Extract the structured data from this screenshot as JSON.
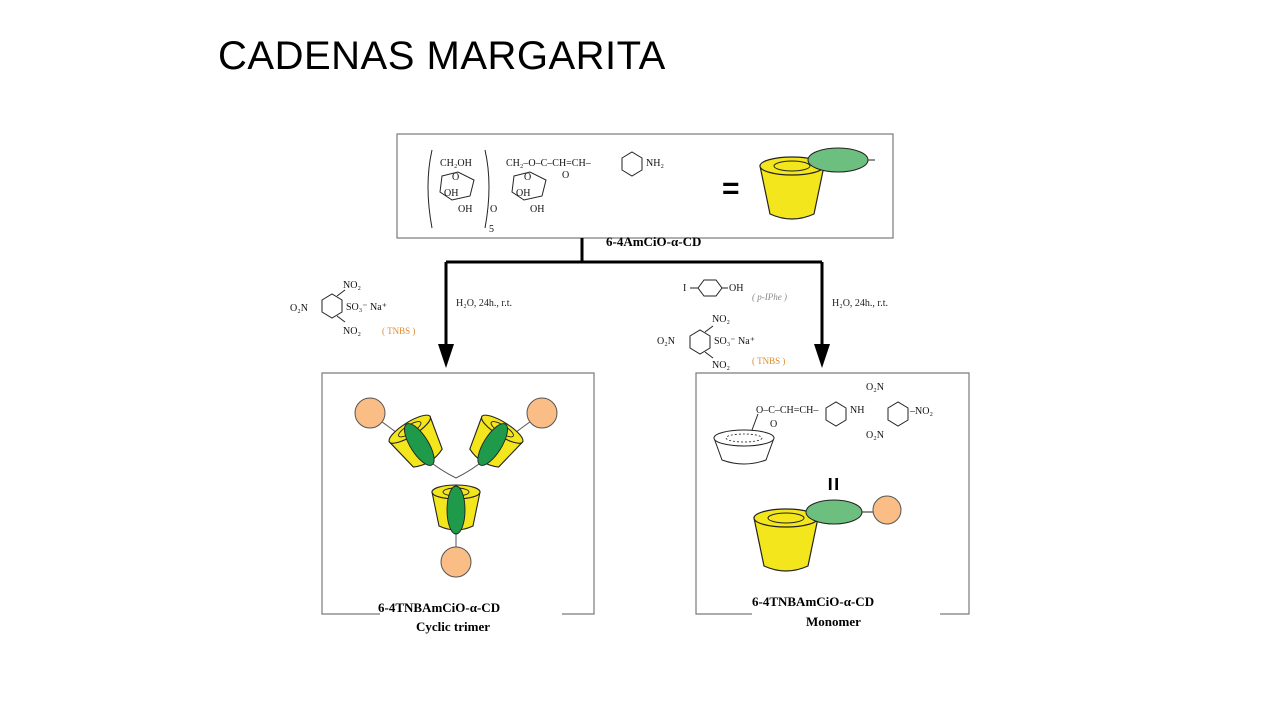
{
  "slide": {
    "title": "CADENAS MARGARITA"
  },
  "top_box": {
    "label": "6-4AmCiO-α-CD",
    "equals": "=",
    "structure": {
      "ch2oh": "CH₂OH",
      "ch2o": "CH₂–O–C–CH=CH–",
      "nh2": "NH₂",
      "oh": "OH",
      "o": "O",
      "carbonyl_o": "O",
      "subscript": "5"
    }
  },
  "left_branch": {
    "reagent": {
      "no2_top": "NO₂",
      "o2n": "O₂N",
      "so3": "SO₃⁻ Na⁺",
      "no2_bottom": "NO₂",
      "tag": "( TNBS )"
    },
    "conditions": "H₂O, 24h., r.t."
  },
  "right_branch": {
    "reagent1": {
      "i": "I",
      "oh": "OH",
      "tag": "( p-IPhe )"
    },
    "reagent2": {
      "no2_top": "NO₂",
      "o2n": "O₂N",
      "so3": "SO₃⁻ Na⁺",
      "no2_bottom": "NO₂",
      "tag": "( TNBS )"
    },
    "conditions": "H₂O, 24h., r.t."
  },
  "left_product": {
    "label": "6-4TNBAmCiO-α-CD",
    "sublabel": "Cyclic trimer"
  },
  "right_product": {
    "label": "6-4TNBAmCiO-α-CD",
    "sublabel": "Monomer",
    "equals": "=",
    "structure": {
      "chain": "O–C–CH=CH–",
      "nh": "NH",
      "o2n": "O₂N",
      "no2_right": "–NO₂",
      "o2n_bottom": "O₂N",
      "carbonyl_o": "O"
    }
  },
  "colors": {
    "cd_yellow": "#f4e61c",
    "green_unit": "#6dbf7f",
    "dark_green": "#1e9a4a",
    "orange_ball": "#f9bd85"
  }
}
